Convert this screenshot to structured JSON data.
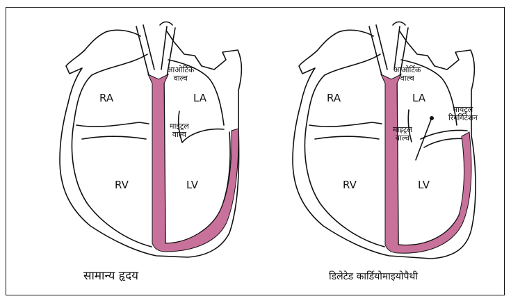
{
  "colors": {
    "septum": "#c8719b",
    "outline": "#111111",
    "background": "#ffffff"
  },
  "normal": {
    "ra": "RA",
    "la": "LA",
    "rv": "RV",
    "lv": "LV",
    "aortic_line1": "आओर्टिक",
    "aortic_line2": "वाल्व",
    "mitral_line1": "माइट्रल",
    "mitral_line2": "वाल्व",
    "caption": "सामान्य हृदय"
  },
  "dilated": {
    "ra": "RA",
    "la": "LA",
    "rv": "RV",
    "lv": "LV",
    "aortic_line1": "आओर्टिक",
    "aortic_line2": "वाल्व",
    "mitral_line1": "माइट्रल",
    "mitral_line2": "वाल्व",
    "regurg_line1": "मायट्रल",
    "regurg_line2": "रिगर्गिटेशन",
    "caption": "डिलेटेड कार्डियोमाइयोपैथी"
  }
}
